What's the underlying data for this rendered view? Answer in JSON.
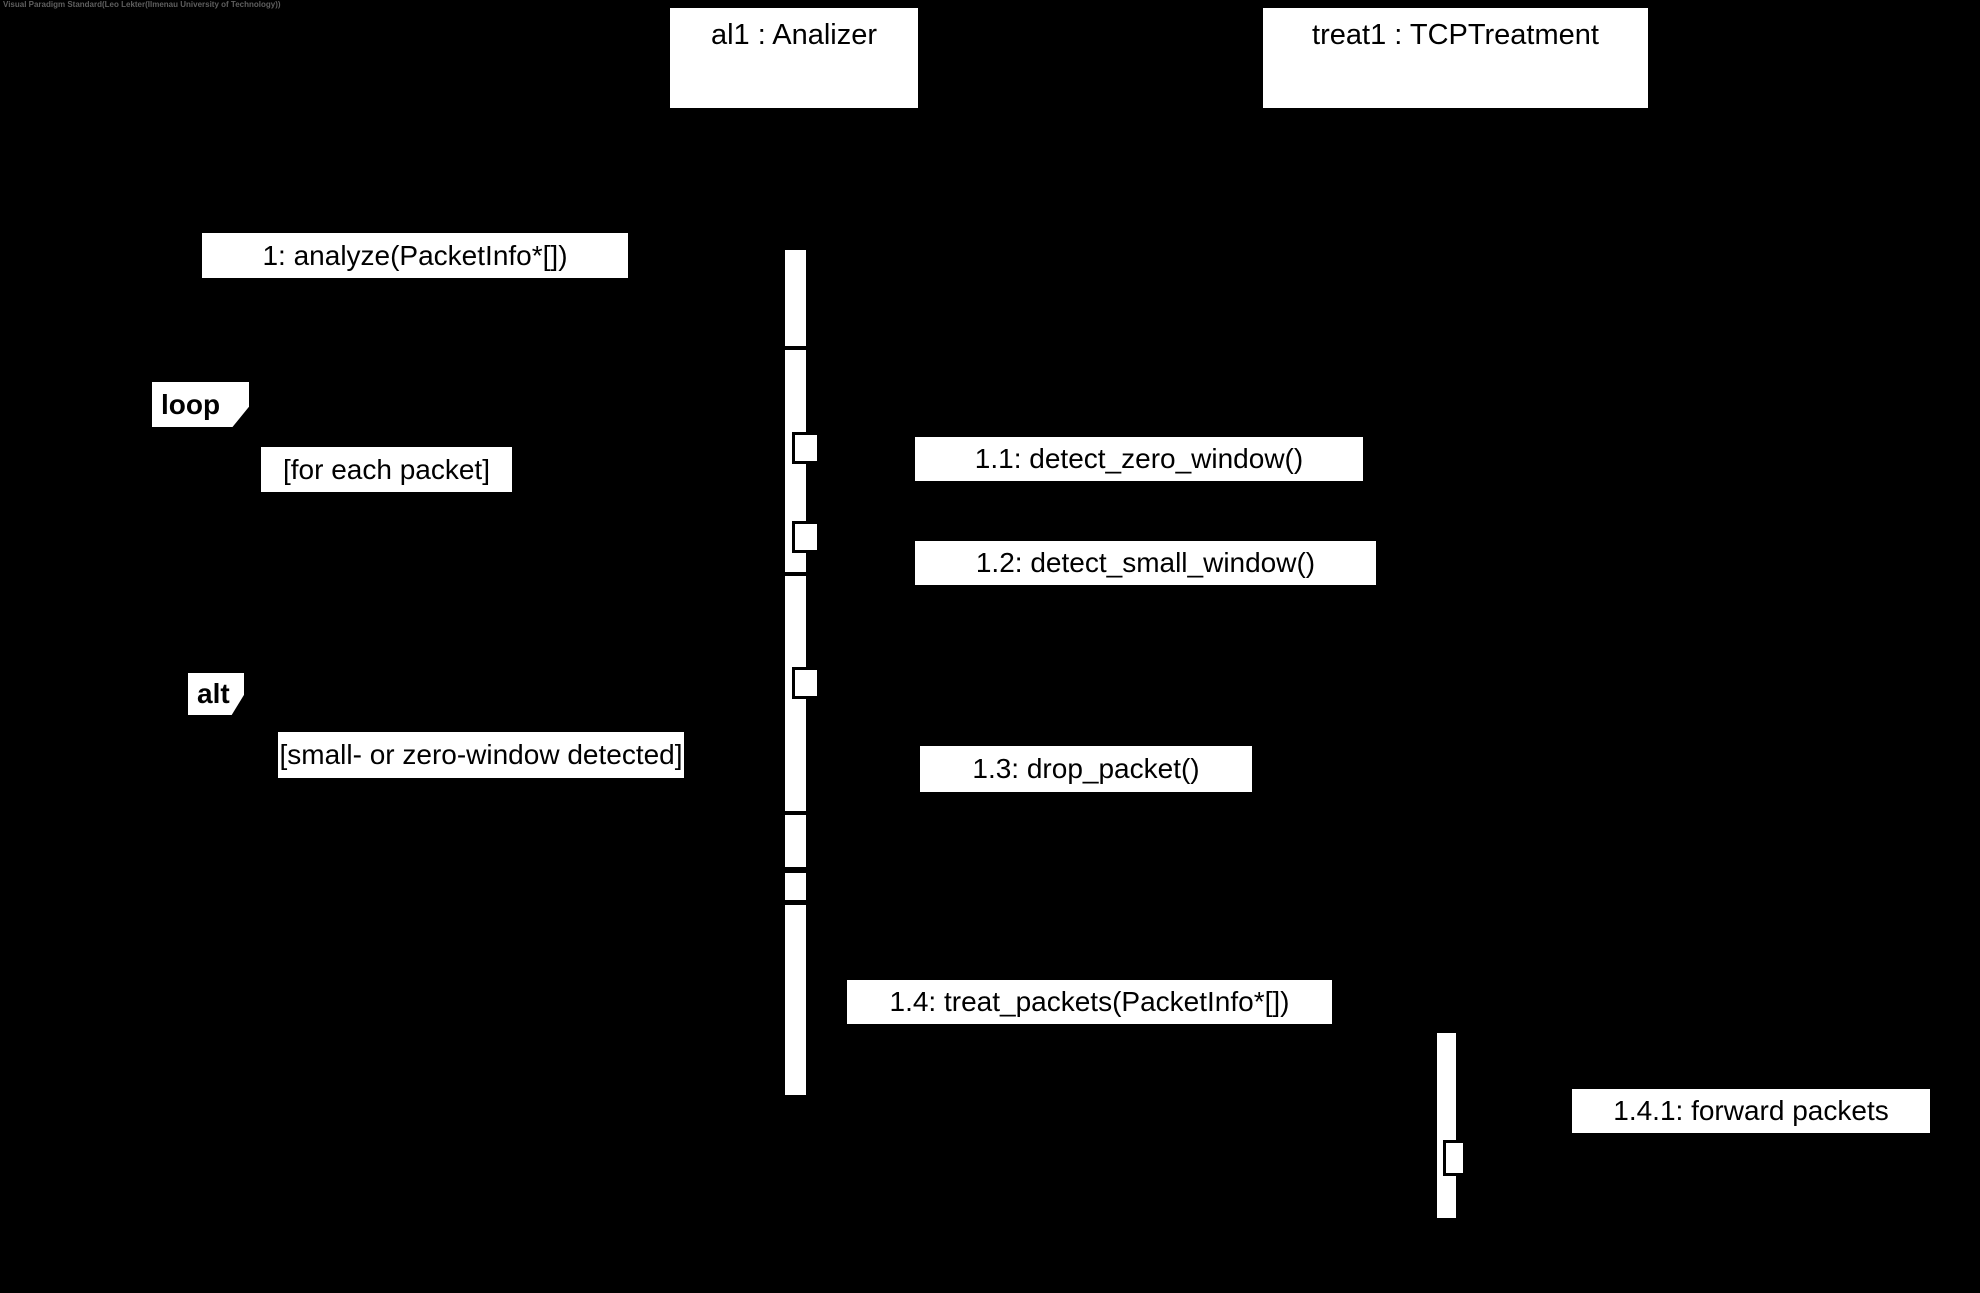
{
  "watermark": "Visual Paradigm Standard(Leo Lekter(Ilmenau University of Technology))",
  "colors": {
    "background": "#000000",
    "shape_fill": "#ffffff",
    "shape_text": "#000000",
    "watermark_text": "#5f5f5f"
  },
  "lifelines": [
    {
      "label": "al1 : Analizer"
    },
    {
      "label": "treat1 : TCPTreatment"
    }
  ],
  "fragments": [
    {
      "operator": "loop",
      "guard": "[for each packet]"
    },
    {
      "operator": "alt",
      "guard": "[small- or zero-window detected]"
    }
  ],
  "messages": [
    {
      "label": "1: analyze(PacketInfo*[])"
    },
    {
      "label": "1.1: detect_zero_window()"
    },
    {
      "label": "1.2: detect_small_window()"
    },
    {
      "label": "1.3: drop_packet()"
    },
    {
      "label": "1.4: treat_packets(PacketInfo*[])"
    },
    {
      "label": "1.4.1: forward packets"
    }
  ]
}
